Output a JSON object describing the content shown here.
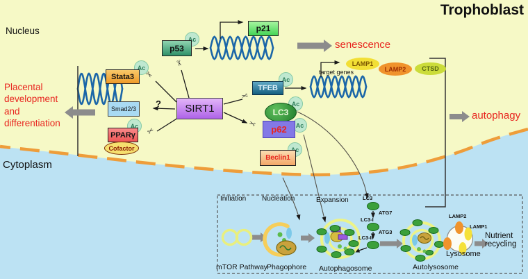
{
  "title": "Trophoblast",
  "labels": {
    "nucleus": "Nucleus",
    "cytoplasm": "Cytoplasm",
    "question_mark": "?",
    "target_genes": "target genes"
  },
  "outcomes": {
    "placental": "Placental development and differentiation",
    "senescence": "senescence",
    "autophagy": "autophagy"
  },
  "badge": {
    "ac": "Ac"
  },
  "icons": {
    "scissors": "✂"
  },
  "nodes": {
    "p53": "p53",
    "p21": "p21",
    "stata3": "Stata3",
    "smad": "Smad2/3",
    "pparg": "PPARγ",
    "cofactor": "Cofactor",
    "sirt1": "SIRT1",
    "tfeb": "TFEB",
    "lc3": "LC3",
    "p62": "p62",
    "beclin1": "Beclin1",
    "lamp1": "LAMP1",
    "lamp2": "LAMP2",
    "ctsd": "CTSD"
  },
  "pathway": {
    "stages": [
      "Initiation",
      "Nucleation",
      "Expansion"
    ],
    "structures": [
      "mTOR Pathway",
      "Phagophore",
      "Autophagosome",
      "Autolysosome"
    ],
    "lysosome": "Lysosome",
    "lamp2": "LAMP2",
    "lamp1": "LAMP1",
    "nutrient": "Nutrient recycling",
    "cascade": {
      "lc3": "LC3",
      "atg7": "ATG7",
      "lc3_i": "LC3-I",
      "atg3": "ATG3",
      "lc3_ii": "LC3-II"
    }
  },
  "colors": {
    "nucleus_fill": "#F6F9C6",
    "cytoplasm_fill": "#BCE2F3",
    "membrane_dash": "#EE9D3A",
    "highlight_red": "#E8251F",
    "arrow_gray": "#8C8C8C",
    "dna_blue": "#1B66A8"
  }
}
